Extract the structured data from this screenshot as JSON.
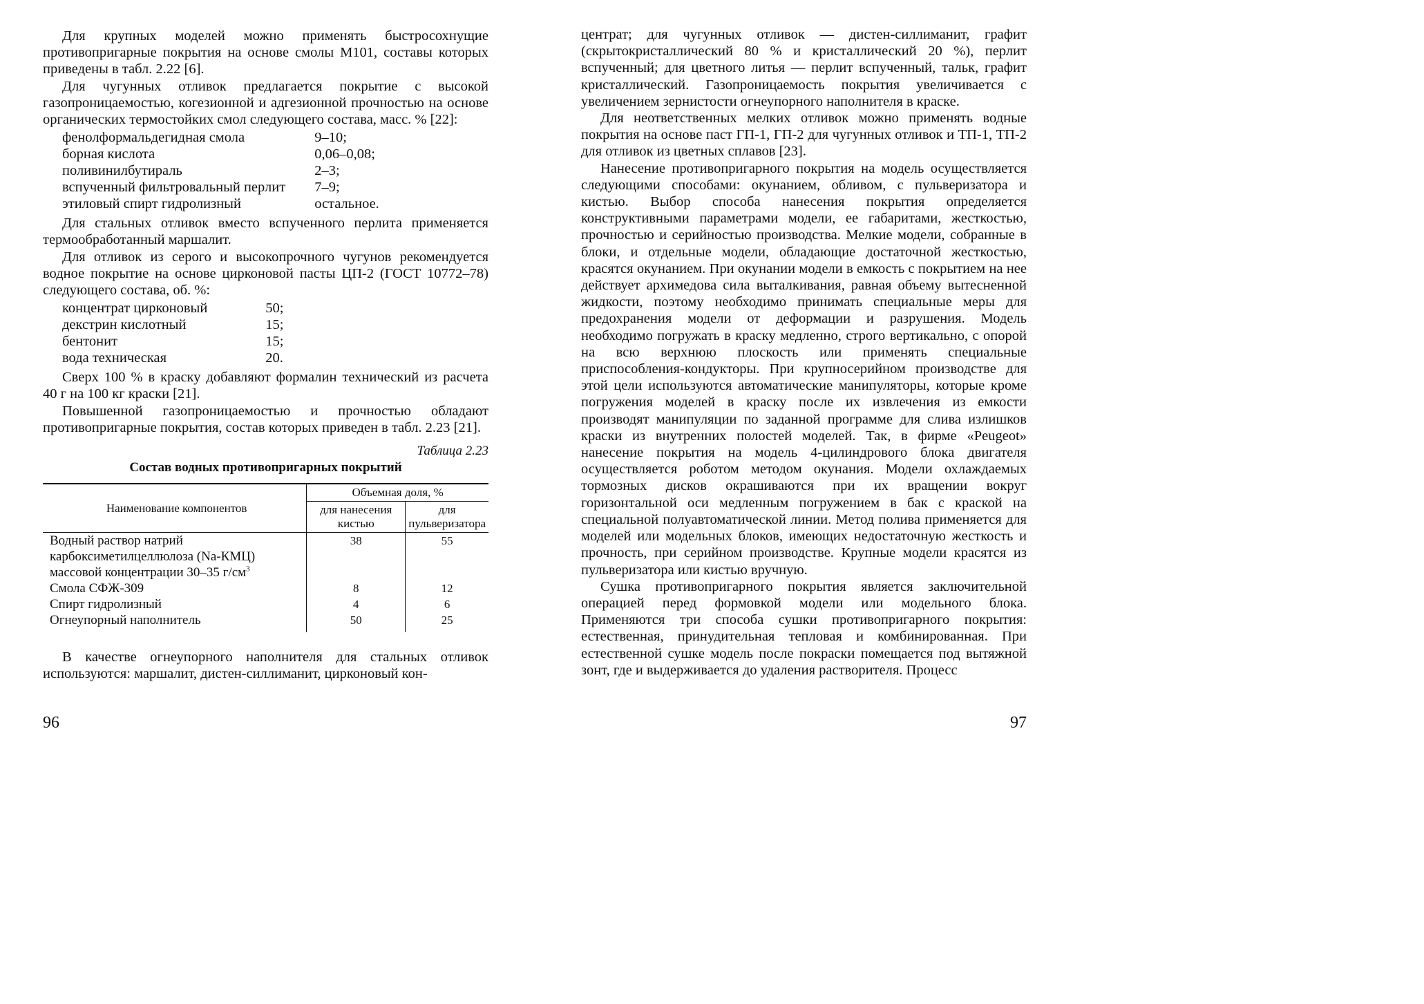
{
  "left_page": {
    "paragraphs_top": [
      "Для крупных моделей можно применять быстросохнущие противопригарные покрытия на основе смолы М101, составы которых приведены в табл. 2.22 [6].",
      "Для чугунных отливок предлагается покрытие с высокой газопроницаемостью, когезионной и адгезионной прочностью на основе органических термостойких смол следующего состава, масс. % [22]:"
    ],
    "composition_1": [
      {
        "name": "фенолформальдегидная смола",
        "value": "9–10;"
      },
      {
        "name": "борная кислота",
        "value": "0,06–0,08;"
      },
      {
        "name": "поливинилбутираль",
        "value": "2–3;"
      },
      {
        "name": "вспученный фильтровальный перлит",
        "value": "7–9;"
      },
      {
        "name": "этиловый спирт гидролизный",
        "value": "остальное."
      }
    ],
    "paragraphs_mid": [
      "Для стальных отливок вместо вспученного перлита применяется термообработанный маршалит.",
      "Для отливок из серого и высокопрочного чугунов рекомендуется водное покрытие на основе цирконовой пасты ЦП-2 (ГОСТ 10772–78) следующего состава, об. %:"
    ],
    "composition_2": [
      {
        "name": "концентрат цирконовый",
        "value": "50;"
      },
      {
        "name": "декстрин кислотный",
        "value": "15;"
      },
      {
        "name": "бентонит",
        "value": "15;"
      },
      {
        "name": "вода техническая",
        "value": "20."
      }
    ],
    "paragraphs_after": [
      "Сверх 100 % в краску добавляют формалин технический из расчета 40 г на 100 кг краски [21].",
      "Повышенной газопроницаемостью и прочностью обладают противопригарные покрытия, состав которых приведен в табл. 2.23 [21]."
    ],
    "table": {
      "caption": "Таблица 2.23",
      "title": "Состав водных противопригарных покрытий",
      "header_name": "Наименование компонентов",
      "header_group": "Объемная доля, %",
      "header_col1": "для нанесения кистью",
      "header_col2": "для пульверизатора",
      "rows": [
        {
          "name": "Водный раствор натрий карбоксиметилцеллюлоза (Na-КМЦ) массовой концентрации 30–35 г/см",
          "sup": "3",
          "v1": "38",
          "v2": "55"
        },
        {
          "name": "Смола СФЖ-309",
          "sup": "",
          "v1": "8",
          "v2": "12"
        },
        {
          "name": "Спирт гидролизный",
          "sup": "",
          "v1": "4",
          "v2": "6"
        },
        {
          "name": "Огнеупорный наполнитель",
          "sup": "",
          "v1": "50",
          "v2": "25"
        }
      ]
    },
    "paragraph_bottom": "В качестве огнеупорного наполнителя для стальных отливок используются: маршалит, дистен-силлиманит, цирконовый кон-",
    "page_number": "96"
  },
  "right_page": {
    "paragraph_continuation": "центрат; для чугунных отливок — дистен-силлиманит, графит (скрытокристаллический 80 % и кристаллический 20 %), перлит вспученный; для цветного литья — перлит вспученный, тальк, графит кристаллический. Газопроницаемость покрытия увеличивается с увеличением зернистости огнеупорного наполнителя в краске.",
    "paragraphs": [
      "Для неответственных мелких отливок можно применять водные покрытия на основе паст ГП-1, ГП-2 для чугунных отливок и ТП-1, ТП-2 для отливок из цветных сплавов [23].",
      "Нанесение противопригарного покрытия на модель осуществляется следующими способами: окунанием, обливом, с пульверизатора и кистью. Выбор способа нанесения покрытия определяется конструктивными параметрами модели, ее габаритами, жесткостью, прочностью и серийностью производства. Мелкие модели, собранные в блоки, и отдельные модели, обладающие достаточной жесткостью, красятся окунанием. При окунании модели в емкость с покрытием на нее действует архимедова сила выталкивания, равная объему вытесненной жидкости, поэтому необходимо принимать специальные меры для предохранения модели от деформации и разрушения. Модель необходимо погружать в краску медленно, строго вертикально, с опорой на всю верхнюю плоскость или применять специальные приспособления-кондукторы. При крупносерийном производстве для этой цели используются автоматические манипуляторы, которые кроме погружения моделей в краску после их извлечения из емкости производят манипуляции по заданной программе для слива излишков краски из внутренних полостей моделей. Так, в фирме «Peugeot» нанесение покрытия на модель 4-цилиндрового блока двигателя осуществляется роботом методом окунания. Модели охлаждаемых тормозных дисков окрашиваются при их вращении вокруг горизонтальной оси медленным погружением в бак с краской на специальной полуавтоматической линии. Метод полива применяется для моделей или модельных блоков, имеющих недостаточную жесткость и прочность, при серийном производстве. Крупные модели красятся из пульверизатора или кистью вручную.",
      "Сушка противопригарного покрытия является заключительной операцией перед формовкой модели или модельного блока. Применяются три способа сушки противопригарного покрытия: естественная, принудительная тепловая и комбинированная. При естественной сушке модель после покраски помещается под вытяжной зонт, где и выдерживается до удаления растворителя. Процесс"
    ],
    "page_number": "97"
  }
}
